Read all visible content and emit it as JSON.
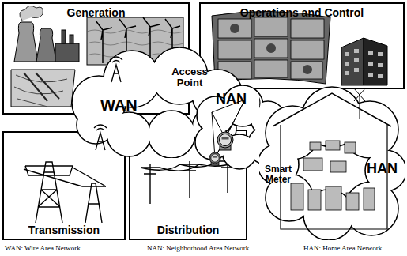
{
  "diagram": {
    "nodes": [
      {
        "text": [
          "Generation"
        ]
      },
      {
        "text": [
          "Operations and Control"
        ]
      },
      {
        "text": [
          "Transmission"
        ]
      },
      {
        "text": [
          "Distribution"
        ]
      },
      {
        "text": [
          "WAN"
        ]
      },
      {
        "text": [
          "NAN"
        ]
      },
      {
        "text": [
          "HAN"
        ]
      }
    ],
    "labels": [
      "Access Point",
      "Smart Meter",
      "WAN: Wire Area Network",
      "NAN: Neighborhood Area Network",
      "HAN: Home Area Network"
    ]
  }
}
